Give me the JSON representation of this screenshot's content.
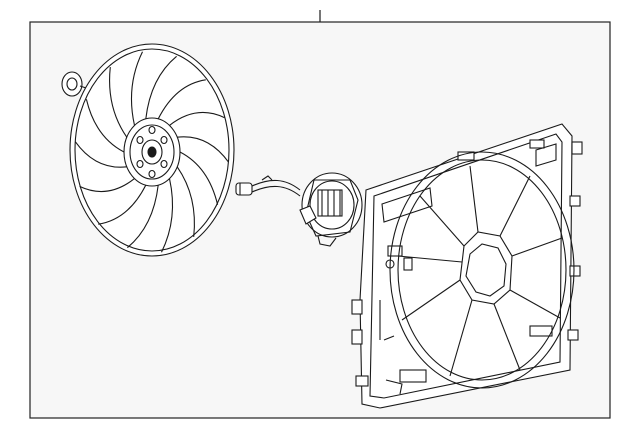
{
  "diagram": {
    "kind": "exploded parts illustration",
    "parts": [
      "fan-blade",
      "retaining-clip",
      "fan-motor",
      "motor-wire-connector",
      "fan-shroud"
    ],
    "colors": {
      "line": "#1a1a1a",
      "panel_fill": "#f7f7f7",
      "border": "#222222",
      "background": "#ffffff"
    }
  }
}
